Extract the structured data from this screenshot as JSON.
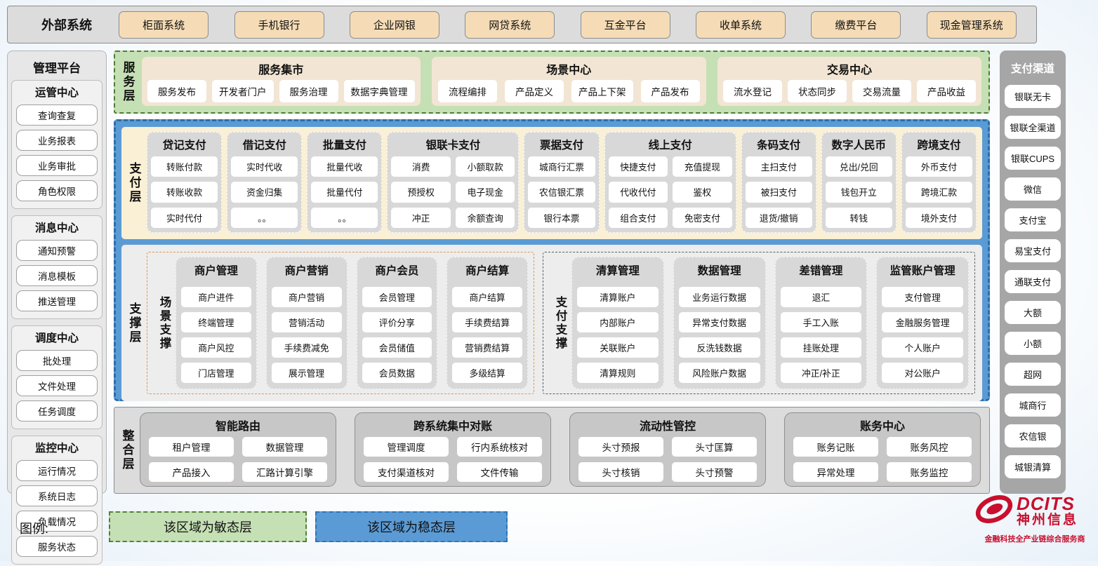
{
  "colors": {
    "agile_green": "#c5e0b4",
    "stable_blue": "#5b9bd5",
    "tan_button": "#f5dcb6",
    "brand_red": "#c8102e"
  },
  "external_systems": {
    "label": "外部系统",
    "items": [
      "柜面系统",
      "手机银行",
      "企业网银",
      "网贷系统",
      "互金平台",
      "收单系统",
      "缴费平台",
      "现金管理系统"
    ]
  },
  "management_platform": {
    "title": "管理平台",
    "sections": [
      {
        "title": "运管中心",
        "items": [
          "查询查复",
          "业务报表",
          "业务审批",
          "角色权限"
        ]
      },
      {
        "title": "消息中心",
        "items": [
          "通知预警",
          "消息模板",
          "推送管理"
        ]
      },
      {
        "title": "调度中心",
        "items": [
          "批处理",
          "文件处理",
          "任务调度"
        ]
      },
      {
        "title": "监控中心",
        "items": [
          "运行情况",
          "系统日志",
          "负载情况",
          "服务状态"
        ]
      }
    ]
  },
  "service_layer": {
    "label": "服务层",
    "groups": [
      {
        "title": "服务集市",
        "items": [
          "服务发布",
          "开发者门户",
          "服务治理",
          "数据字典管理"
        ]
      },
      {
        "title": "场景中心",
        "items": [
          "流程编排",
          "产品定义",
          "产品上下架",
          "产品发布"
        ]
      },
      {
        "title": "交易中心",
        "items": [
          "流水登记",
          "状态同步",
          "交易流量",
          "产品收益"
        ]
      }
    ]
  },
  "payment_layer": {
    "label": "支付层",
    "columns": [
      {
        "title": "贷记支付",
        "grid": 1,
        "items": [
          "转账付款",
          "转账收款",
          "实时代付"
        ]
      },
      {
        "title": "借记支付",
        "grid": 1,
        "items": [
          "实时代收",
          "资金归集",
          "。。"
        ]
      },
      {
        "title": "批量支付",
        "grid": 1,
        "items": [
          "批量代收",
          "批量代付",
          "。。"
        ]
      },
      {
        "title": "银联卡支付",
        "grid": 2,
        "items": [
          "消费",
          "小额取款",
          "预授权",
          "电子现金",
          "冲正",
          "余额查询"
        ]
      },
      {
        "title": "票据支付",
        "grid": 1,
        "items": [
          "城商行汇票",
          "农信银汇票",
          "银行本票"
        ]
      },
      {
        "title": "线上支付",
        "grid": 2,
        "items": [
          "快捷支付",
          "充值提现",
          "代收代付",
          "鉴权",
          "组合支付",
          "免密支付"
        ]
      },
      {
        "title": "条码支付",
        "grid": 1,
        "items": [
          "主扫支付",
          "被扫支付",
          "退货/撤销"
        ]
      },
      {
        "title": "数字人民币",
        "grid": 1,
        "items": [
          "兑出/兑回",
          "钱包开立",
          "转钱"
        ]
      },
      {
        "title": "跨境支付",
        "grid": 1,
        "items": [
          "外币支付",
          "跨境汇款",
          "境外支付"
        ]
      }
    ]
  },
  "support_layer": {
    "label": "支撑层",
    "groups": [
      {
        "label": "场景支撑",
        "columns": [
          {
            "title": "商户管理",
            "items": [
              "商户进件",
              "终端管理",
              "商户风控",
              "门店管理"
            ]
          },
          {
            "title": "商户营销",
            "items": [
              "商户营销",
              "营销活动",
              "手续费减免",
              "展示管理"
            ]
          },
          {
            "title": "商户会员",
            "items": [
              "会员管理",
              "评价分享",
              "会员储值",
              "会员数据"
            ]
          },
          {
            "title": "商户结算",
            "items": [
              "商户结算",
              "手续费结算",
              "营销费结算",
              "多级结算"
            ]
          }
        ]
      },
      {
        "label": "支付支撑",
        "columns": [
          {
            "title": "清算管理",
            "items": [
              "清算账户",
              "内部账户",
              "关联账户",
              "清算规则"
            ]
          },
          {
            "title": "数据管理",
            "items": [
              "业务运行数据",
              "异常支付数据",
              "反洗钱数据",
              "风险账户数据"
            ]
          },
          {
            "title": "差错管理",
            "items": [
              "退汇",
              "手工入账",
              "挂账处理",
              "冲正/补正"
            ]
          },
          {
            "title": "监管账户管理",
            "items": [
              "支付管理",
              "金融服务管理",
              "个人账户",
              "对公账户"
            ]
          }
        ]
      }
    ]
  },
  "integration_layer": {
    "label": "整合层",
    "panels": [
      {
        "title": "智能路由",
        "items": [
          "租户管理",
          "数据管理",
          "产品接入",
          "汇路计算引擎"
        ]
      },
      {
        "title": "跨系统集中对账",
        "items": [
          "管理调度",
          "行内系统核对",
          "支付渠道核对",
          "文件传输"
        ]
      },
      {
        "title": "流动性管控",
        "items": [
          "头寸预报",
          "头寸匡算",
          "头寸核销",
          "头寸预警"
        ]
      },
      {
        "title": "账务中心",
        "items": [
          "账务记账",
          "账务风控",
          "异常处理",
          "账务监控"
        ]
      }
    ]
  },
  "payment_channels": {
    "title": "支付渠道",
    "items": [
      "银联无卡",
      "银联全渠道",
      "银联CUPS",
      "微信",
      "支付宝",
      "易宝支付",
      "通联支付",
      "大额",
      "小额",
      "超网",
      "城商行",
      "农信银",
      "城银清算"
    ]
  },
  "legend": {
    "label": "图例:",
    "agile": "该区域为敏态层",
    "stable": "该区域为稳态层"
  },
  "logo": {
    "brand": "DCITS",
    "name": "神州信息",
    "tagline": "金融科技全产业链综合服务商"
  }
}
